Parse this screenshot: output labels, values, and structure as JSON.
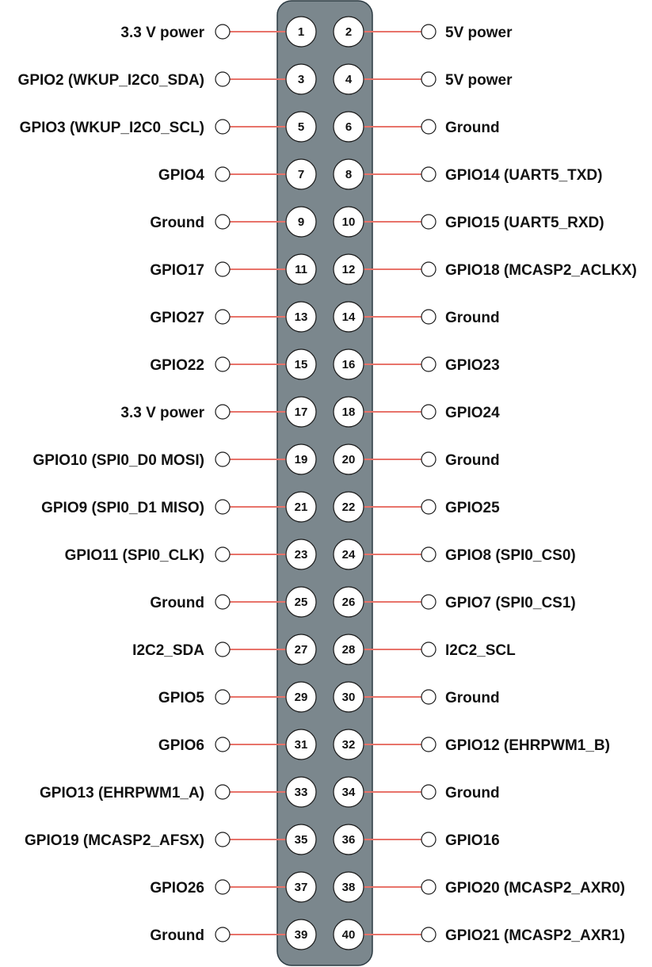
{
  "colors": {
    "header_fill": "#7b878d",
    "header_stroke": "#2b3a42",
    "wire": "#e8736a",
    "pin_fill": "#ffffff",
    "pin_stroke": "#1a1a1a"
  },
  "rows": [
    {
      "left_pin": "1",
      "left_label": "3.3 V power",
      "right_pin": "2",
      "right_label": "5V power"
    },
    {
      "left_pin": "3",
      "left_label": "GPIO2 (WKUP_I2C0_SDA)",
      "right_pin": "4",
      "right_label": "5V power"
    },
    {
      "left_pin": "5",
      "left_label": "GPIO3 (WKUP_I2C0_SCL)",
      "right_pin": "6",
      "right_label": "Ground"
    },
    {
      "left_pin": "7",
      "left_label": "GPIO4",
      "right_pin": "8",
      "right_label": "GPIO14 (UART5_TXD)"
    },
    {
      "left_pin": "9",
      "left_label": "Ground",
      "right_pin": "10",
      "right_label": "GPIO15 (UART5_RXD)"
    },
    {
      "left_pin": "11",
      "left_label": "GPIO17",
      "right_pin": "12",
      "right_label": "GPIO18 (MCASP2_ACLKX)"
    },
    {
      "left_pin": "13",
      "left_label": "GPIO27",
      "right_pin": "14",
      "right_label": "Ground"
    },
    {
      "left_pin": "15",
      "left_label": "GPIO22",
      "right_pin": "16",
      "right_label": "GPIO23"
    },
    {
      "left_pin": "17",
      "left_label": "3.3 V power",
      "right_pin": "18",
      "right_label": "GPIO24"
    },
    {
      "left_pin": "19",
      "left_label": "GPIO10 (SPI0_D0 MOSI)",
      "right_pin": "20",
      "right_label": "Ground"
    },
    {
      "left_pin": "21",
      "left_label": "GPIO9 (SPI0_D1 MISO)",
      "right_pin": "22",
      "right_label": "GPIO25"
    },
    {
      "left_pin": "23",
      "left_label": "GPIO11 (SPI0_CLK)",
      "right_pin": "24",
      "right_label": "GPIO8 (SPI0_CS0)"
    },
    {
      "left_pin": "25",
      "left_label": "Ground",
      "right_pin": "26",
      "right_label": "GPIO7 (SPI0_CS1)"
    },
    {
      "left_pin": "27",
      "left_label": "I2C2_SDA",
      "right_pin": "28",
      "right_label": "I2C2_SCL"
    },
    {
      "left_pin": "29",
      "left_label": "GPIO5",
      "right_pin": "30",
      "right_label": "Ground"
    },
    {
      "left_pin": "31",
      "left_label": "GPIO6",
      "right_pin": "32",
      "right_label": "GPIO12 (EHRPWM1_B)"
    },
    {
      "left_pin": "33",
      "left_label": "GPIO13 (EHRPWM1_A)",
      "right_pin": "34",
      "right_label": "Ground"
    },
    {
      "left_pin": "35",
      "left_label": "GPIO19 (MCASP2_AFSX)",
      "right_pin": "36",
      "right_label": "GPIO16"
    },
    {
      "left_pin": "37",
      "left_label": "GPIO26",
      "right_pin": "38",
      "right_label": "GPIO20 (MCASP2_AXR0)"
    },
    {
      "left_pin": "39",
      "left_label": "Ground",
      "right_pin": "40",
      "right_label": "GPIO21 (MCASP2_AXR1)"
    }
  ]
}
